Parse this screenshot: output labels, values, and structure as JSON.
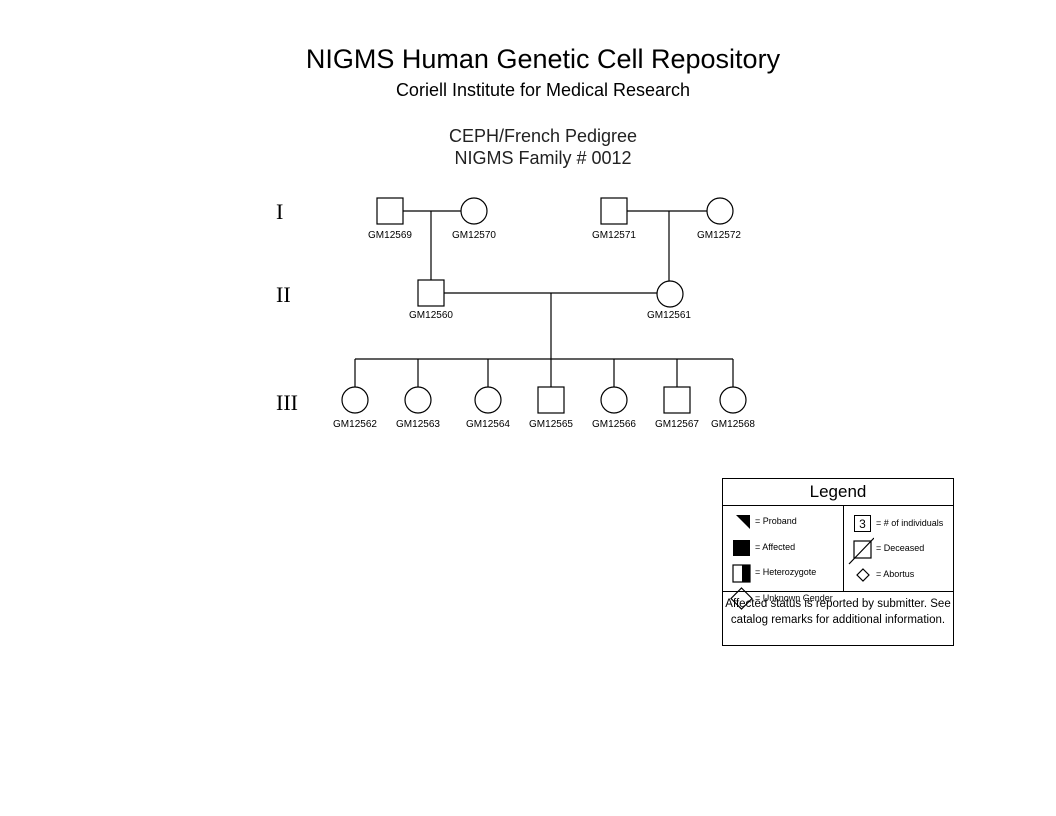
{
  "header": {
    "title": "NIGMS Human Genetic Cell Repository",
    "subtitle": "Coriell Institute for Medical Research",
    "pedigree_title": "CEPH/French Pedigree",
    "pedigree_subtitle": "NIGMS Family # 0012"
  },
  "generations": [
    "I",
    "II",
    "III"
  ],
  "individuals": {
    "gen1": [
      {
        "id": "GM12569",
        "sex": "male"
      },
      {
        "id": "GM12570",
        "sex": "female"
      },
      {
        "id": "GM12571",
        "sex": "male"
      },
      {
        "id": "GM12572",
        "sex": "female"
      }
    ],
    "gen2": [
      {
        "id": "GM12560",
        "sex": "male"
      },
      {
        "id": "GM12561",
        "sex": "female"
      }
    ],
    "gen3": [
      {
        "id": "GM12562",
        "sex": "female"
      },
      {
        "id": "GM12563",
        "sex": "female"
      },
      {
        "id": "GM12564",
        "sex": "female"
      },
      {
        "id": "GM12565",
        "sex": "male"
      },
      {
        "id": "GM12566",
        "sex": "female"
      },
      {
        "id": "GM12567",
        "sex": "male"
      },
      {
        "id": "GM12568",
        "sex": "female"
      }
    ]
  },
  "legend": {
    "title": "Legend",
    "proband": "= Proband",
    "affected": "= Affected",
    "heterozygote": "= Heterozygote",
    "unknown_gender": "= Unknown Gender",
    "individuals_count_symbol": "3",
    "individuals": "= # of individuals",
    "deceased": "= Deceased",
    "abortus": "= Abortus",
    "note_line1": "Affected status is reported by submitter. See",
    "note_line2": "catalog remarks for additional information."
  }
}
